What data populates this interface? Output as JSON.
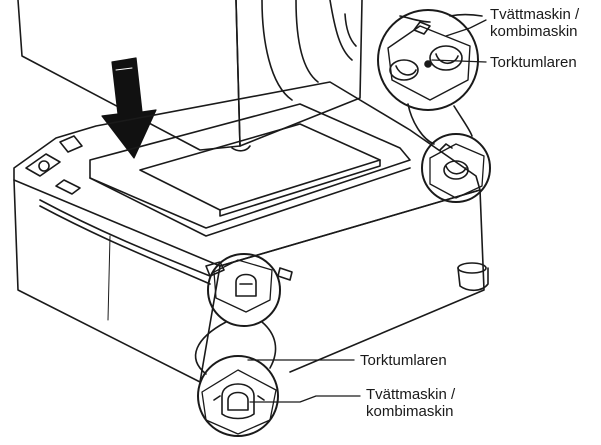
{
  "labels": {
    "top_washer": [
      "Tvättmaskin /",
      "kombimaskin"
    ],
    "top_dryer": "Torktumlaren",
    "bottom_dryer": "Torktumlaren",
    "bottom_washer": [
      "Tvättmaskin /",
      "kombimaskin"
    ]
  },
  "colors": {
    "line": "#1a1a1a",
    "arrow": "#111111",
    "background": "#ffffff"
  }
}
